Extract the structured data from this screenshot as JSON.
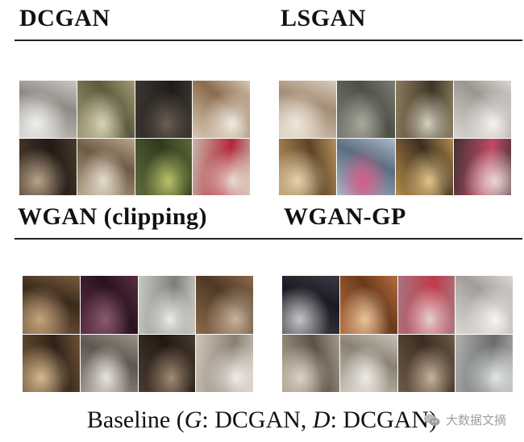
{
  "panels": {
    "dcgan": {
      "title": "DCGAN"
    },
    "lsgan": {
      "title": "LSGAN"
    },
    "wgan_clipping": {
      "title": "WGAN (clipping)"
    },
    "wgan_gp": {
      "title": "WGAN-GP"
    }
  },
  "caption": {
    "prefix": "Baseline (",
    "g_var": "G",
    "g_val": ": DCGAN, ",
    "d_var": "D",
    "d_val": ": DCGAN)"
  },
  "watermark": {
    "text": "大数据文摘",
    "icon": "wechat-icon"
  }
}
